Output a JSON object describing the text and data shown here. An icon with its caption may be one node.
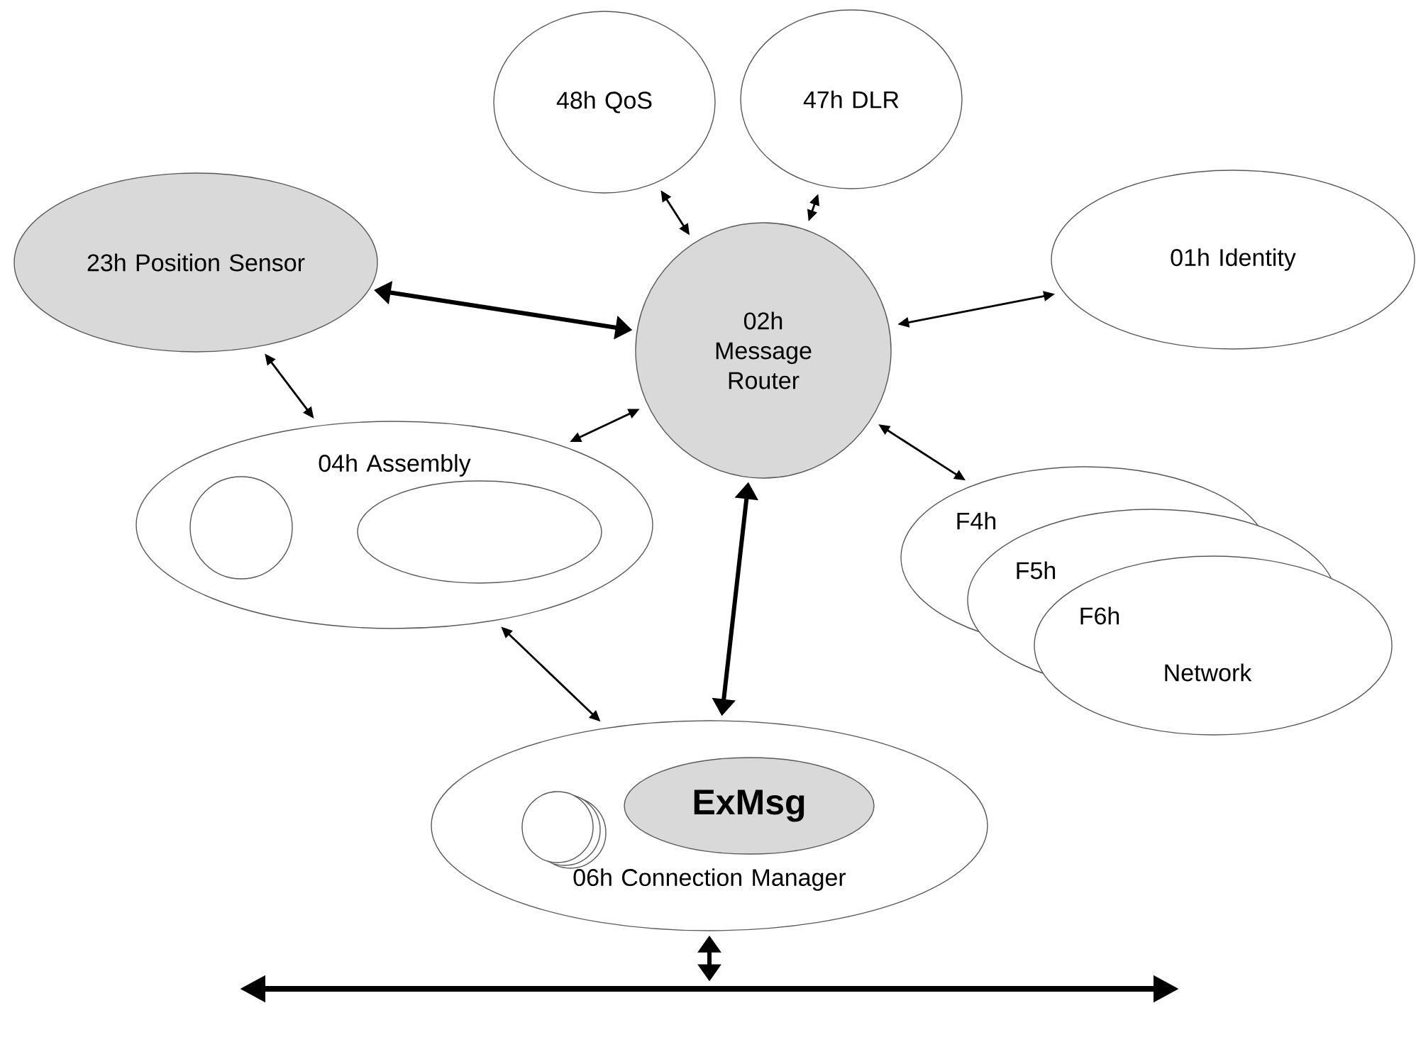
{
  "diagram": {
    "nodes": [
      {
        "text": [
          "48h QoS"
        ]
      },
      {
        "text": [
          "47h DLR"
        ]
      },
      {
        "text": [
          "23h Position Sensor"
        ]
      },
      {
        "text": [
          "02h Message Router"
        ]
      },
      {
        "text": [
          "01h Identity"
        ]
      },
      {
        "text": [
          "04h Assembly"
        ]
      },
      {
        "text": [],
        "shape": "circle",
        "in": 5
      },
      {
        "text": [],
        "shape": "ellipse",
        "in": 5
      },
      {
        "text": [
          "F4h"
        ]
      },
      {
        "text": [
          "F5h"
        ]
      },
      {
        "text": [
          "F6h",
          "Network"
        ]
      },
      {
        "text": [
          "06h Connection Manager"
        ]
      },
      {
        "text": [],
        "shape": "circle",
        "in": 11
      },
      {
        "text": [
          "ExMsg"
        ],
        "in": 11
      },
      {
        "text": [],
        "shape": "bar"
      }
    ],
    "edges": [
      {
        "from": 0,
        "to": 3,
        "arrow": "both"
      },
      {
        "from": 1,
        "to": 3,
        "arrow": "both"
      },
      {
        "from": 2,
        "to": 3,
        "arrow": "both",
        "style": "thick"
      },
      {
        "from": 3,
        "to": 4,
        "arrow": "both"
      },
      {
        "from": 5,
        "to": 3,
        "arrow": "both"
      },
      {
        "from": 2,
        "to": 5,
        "arrow": "both"
      },
      {
        "from": 3,
        "to": 8,
        "arrow": "both"
      },
      {
        "from": 3,
        "to": 11,
        "arrow": "both",
        "style": "thick"
      },
      {
        "from": 5,
        "to": 11,
        "arrow": "both"
      },
      {
        "from": 11,
        "to": 14,
        "arrow": "both",
        "style": "thick"
      }
    ]
  }
}
